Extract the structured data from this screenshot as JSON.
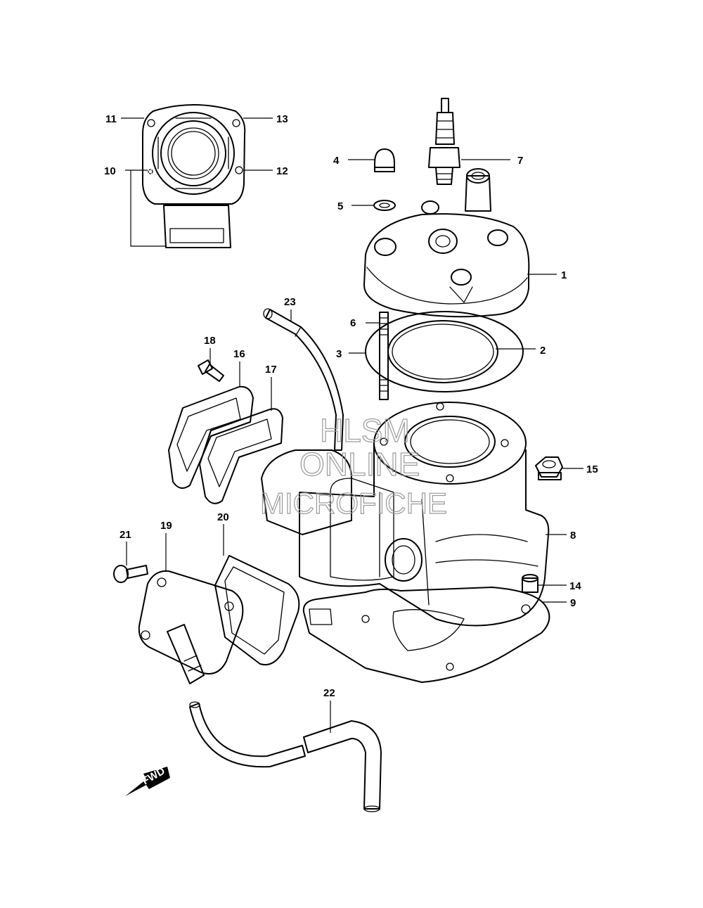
{
  "watermark": {
    "line1": "HLSM",
    "line2": "ONLINE",
    "line3": "MICROFICHE"
  },
  "direction_label": "FWD",
  "callouts": [
    {
      "id": "c1",
      "label": "1"
    },
    {
      "id": "c2",
      "label": "2"
    },
    {
      "id": "c3",
      "label": "3"
    },
    {
      "id": "c4",
      "label": "4"
    },
    {
      "id": "c5",
      "label": "5"
    },
    {
      "id": "c6",
      "label": "6"
    },
    {
      "id": "c7",
      "label": "7"
    },
    {
      "id": "c8",
      "label": "8"
    },
    {
      "id": "c9",
      "label": "9"
    },
    {
      "id": "c10",
      "label": "10"
    },
    {
      "id": "c11",
      "label": "11"
    },
    {
      "id": "c12",
      "label": "12"
    },
    {
      "id": "c13",
      "label": "13"
    },
    {
      "id": "c14",
      "label": "14"
    },
    {
      "id": "c15",
      "label": "15"
    },
    {
      "id": "c16",
      "label": "16"
    },
    {
      "id": "c17",
      "label": "17"
    },
    {
      "id": "c18",
      "label": "18"
    },
    {
      "id": "c19",
      "label": "19"
    },
    {
      "id": "c20",
      "label": "20"
    },
    {
      "id": "c21",
      "label": "21"
    },
    {
      "id": "c22",
      "label": "22"
    },
    {
      "id": "c23",
      "label": "23"
    }
  ]
}
